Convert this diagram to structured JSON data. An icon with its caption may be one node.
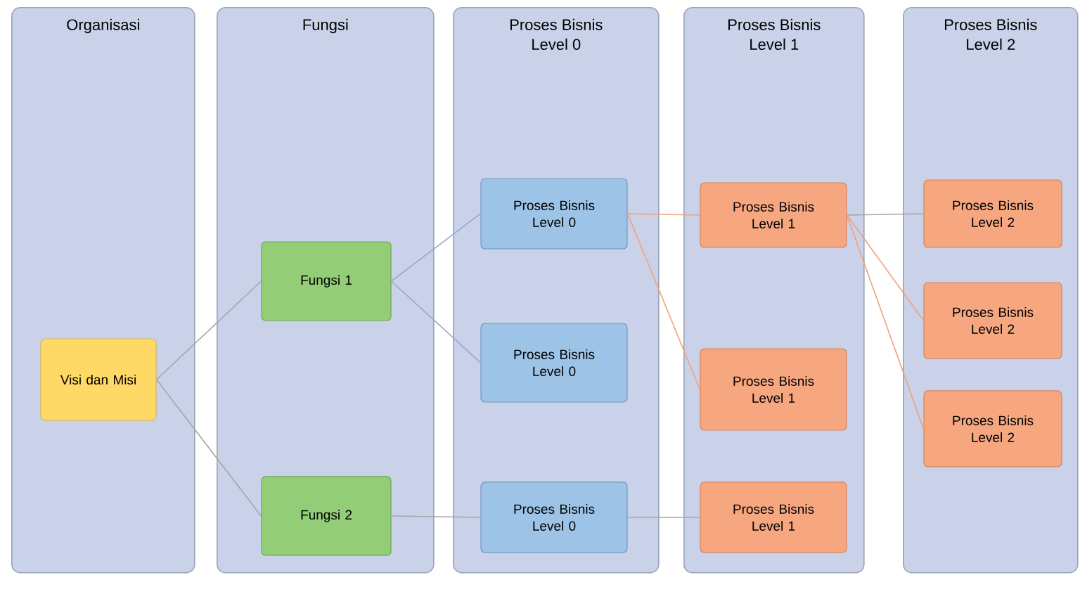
{
  "diagram": {
    "nodes": [
      {
        "text": [
          "Organisasi"
        ]
      },
      {
        "text": [
          "Fungsi"
        ]
      },
      {
        "text": [
          "Proses Bisnis Level 0"
        ]
      },
      {
        "text": [
          "Proses Bisnis Level 1"
        ]
      },
      {
        "text": [
          "Proses Bisnis Level 2"
        ]
      },
      {
        "text": [
          "Visi dan Misi"
        ],
        "in": 0
      },
      {
        "text": [
          "Fungsi 1"
        ],
        "in": 1
      },
      {
        "text": [
          "Fungsi 2"
        ],
        "in": 1
      },
      {
        "text": [
          "Proses Bisnis Level 0"
        ],
        "in": 2
      },
      {
        "text": [
          "Proses Bisnis Level 0"
        ],
        "in": 2
      },
      {
        "text": [
          "Proses Bisnis Level 0"
        ],
        "in": 2
      },
      {
        "text": [
          "Proses Bisnis Level 1"
        ],
        "in": 3
      },
      {
        "text": [
          "Proses Bisnis Level 1"
        ],
        "in": 3
      },
      {
        "text": [
          "Proses Bisnis Level 1"
        ],
        "in": 3
      },
      {
        "text": [
          "Proses Bisnis Level 2"
        ],
        "in": 4
      },
      {
        "text": [
          "Proses Bisnis Level 2"
        ],
        "in": 4
      },
      {
        "text": [
          "Proses Bisnis Level 2"
        ],
        "in": 4
      }
    ],
    "edges": [
      {
        "from": 5,
        "to": 6,
        "arrow": "none"
      },
      {
        "from": 5,
        "to": 7,
        "arrow": "none"
      },
      {
        "from": 6,
        "to": 8,
        "arrow": "none",
        "color": "#8eaacb"
      },
      {
        "from": 6,
        "to": 9,
        "arrow": "none",
        "color": "#8eaacb"
      },
      {
        "from": 7,
        "to": 10,
        "arrow": "none"
      },
      {
        "from": 8,
        "to": 11,
        "arrow": "none",
        "color": "#f0a27a"
      },
      {
        "from": 8,
        "to": 12,
        "arrow": "none",
        "color": "#f0a27a"
      },
      {
        "from": 10,
        "to": 13,
        "arrow": "none"
      },
      {
        "from": 11,
        "to": 14,
        "arrow": "none"
      },
      {
        "from": 11,
        "to": 15,
        "arrow": "none",
        "color": "#f0a27a"
      },
      {
        "from": 11,
        "to": 16,
        "arrow": "none",
        "color": "#f0a27a"
      }
    ]
  }
}
